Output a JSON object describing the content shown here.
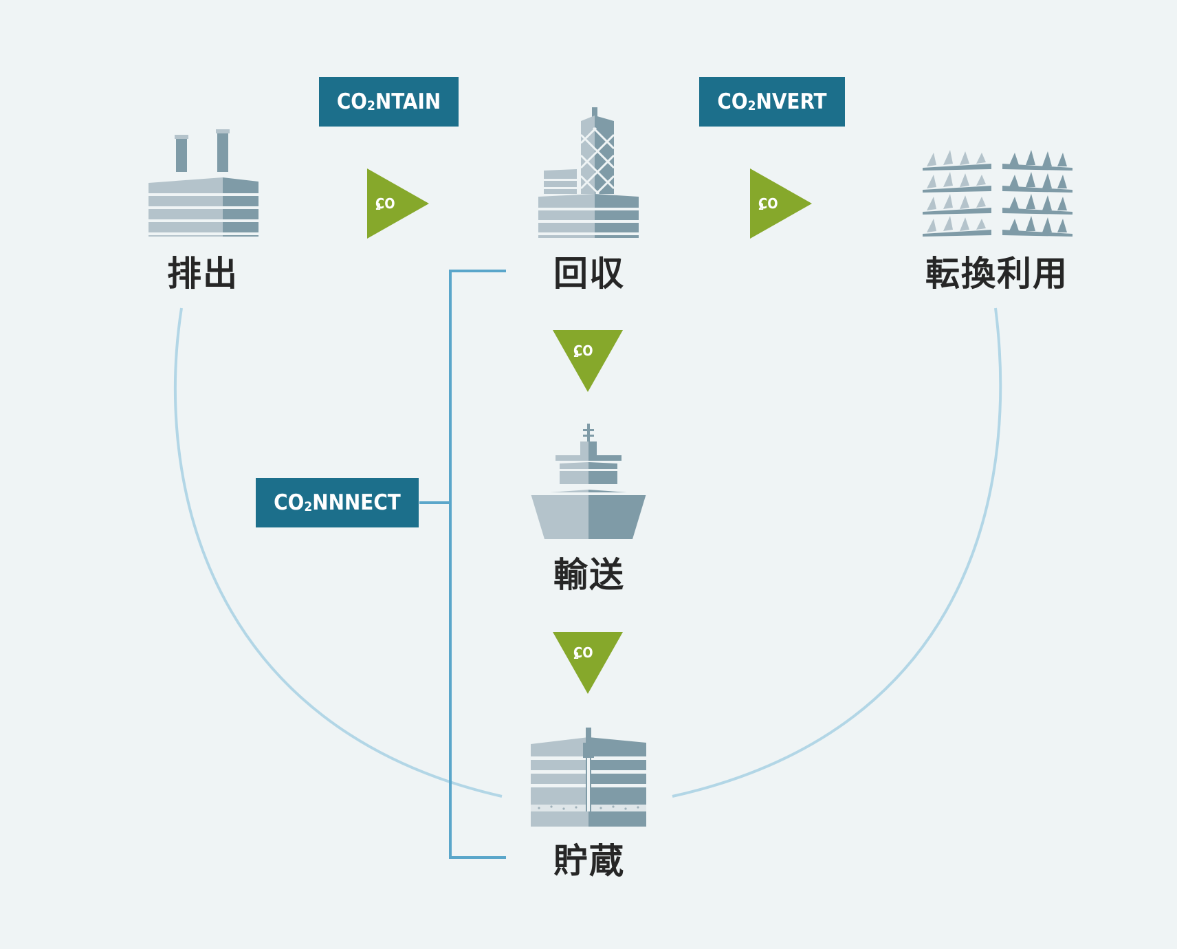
{
  "colors": {
    "background": "#eff4f5",
    "badge": "#1c6f8b",
    "arrow": "#86a82b",
    "cycle_line": "#b2d6e6",
    "bracket_line": "#5aa6ca",
    "icon_light": "#b4c3cb",
    "icon_dark": "#7f9ba7",
    "label": "#262626"
  },
  "stages": {
    "emission": "排出",
    "capture": "回収",
    "conversion": "転換利用",
    "transport": "輸送",
    "storage": "貯蔵"
  },
  "badges": {
    "contain": {
      "pre": "CO",
      "sub": "2",
      "post": "NTAIN"
    },
    "convert": {
      "pre": "CO",
      "sub": "2",
      "post": "NVERT"
    },
    "connect": {
      "pre": "CO",
      "sub": "2",
      "post": "NNNECT"
    }
  },
  "flow_arrow": {
    "pre": "CO",
    "sub": "2"
  },
  "icons": {
    "emission": "factory-icon",
    "capture": "capture-tower-icon",
    "conversion": "plant-shelves-icon",
    "transport": "ship-icon",
    "storage": "storage-well-icon"
  }
}
